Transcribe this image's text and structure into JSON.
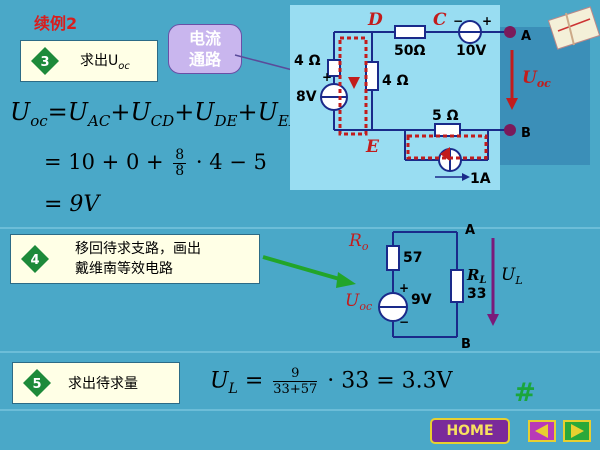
{
  "title": "续例2",
  "callout": {
    "line1": "电流",
    "line2": "通路"
  },
  "steps": [
    {
      "num": "3",
      "text": "求出U",
      "sub": "oc"
    },
    {
      "num": "4",
      "line1": "移回待求支路，画出",
      "line2": "戴维南等效电路"
    },
    {
      "num": "5",
      "text": "求出待求量"
    }
  ],
  "equations": {
    "uoc_lhs": "U",
    "uoc_lhs_sub": "oc",
    "uoc_terms": [
      {
        "main": "U",
        "sub": "AC"
      },
      {
        "main": "U",
        "sub": "CD"
      },
      {
        "main": "U",
        "sub": "DE"
      },
      {
        "main": "U",
        "sub": "EB"
      }
    ],
    "line2_pre": "= 10 + 0 +",
    "frac_num": "8",
    "frac_den": "8",
    "line2_post": "· 4 − 5",
    "line3": "= 9V",
    "ul_lhs": "U",
    "ul_sub": "L",
    "ul_eq": "=",
    "ul_frac_num": "9",
    "ul_frac_den": "33+57",
    "ul_post": "· 33 = 3.3V"
  },
  "circuit1": {
    "D": "D",
    "C": "C",
    "A": "A",
    "B": "B",
    "E": "E",
    "r4_left": "4 Ω",
    "r4_mid": "4 Ω",
    "r50": "50Ω",
    "r5": "5 Ω",
    "v8": "8V",
    "v10": "10V",
    "i1": "1A",
    "uoc": "U",
    "uoc_sub": "oc",
    "plus": "+",
    "minus": "−"
  },
  "circuit2": {
    "ro": "R",
    "ro_sub": "o",
    "r57": "57",
    "rl": "R",
    "rl_sub": "L",
    "r33": "33",
    "uoc": "U",
    "uoc_sub": "oc",
    "v9": "9V",
    "A": "A",
    "B": "B",
    "ul": "U",
    "ul_sub": "L",
    "plus": "+",
    "minus": "−"
  },
  "nav": {
    "home": "HOME"
  },
  "hash": "#",
  "colors": {
    "accent_red": "#d81e1e",
    "circuit_bg": "#99ddf2",
    "terminal": "#7a1a5a",
    "arrow_green": "#22a52a"
  }
}
